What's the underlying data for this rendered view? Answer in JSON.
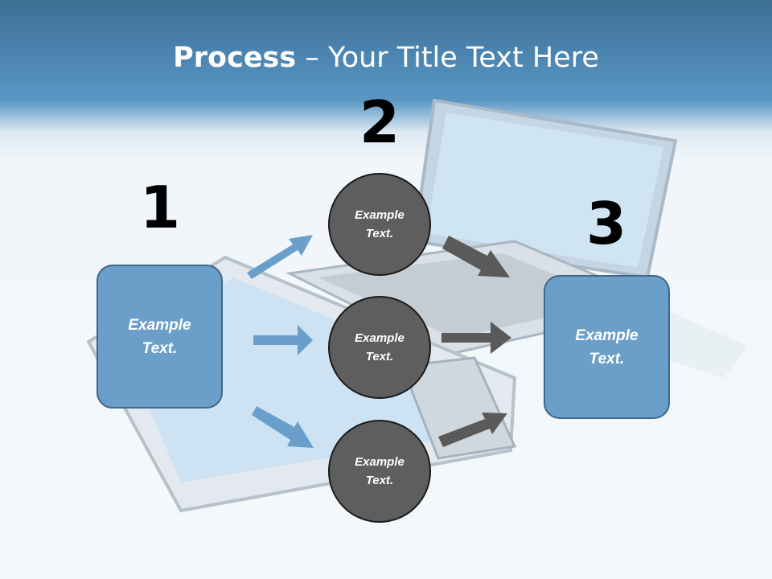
{
  "title": {
    "bold": "Process",
    "rest": " – Your Title Text Here"
  },
  "steps": [
    {
      "number": "1",
      "text": [
        "Example",
        "Text."
      ]
    },
    {
      "number": "2",
      "items": [
        {
          "text": [
            "Example",
            "Text."
          ]
        },
        {
          "text": [
            "Example",
            "Text."
          ]
        },
        {
          "text": [
            "Example",
            "Text."
          ]
        }
      ]
    },
    {
      "number": "3",
      "text": [
        "Example",
        "Text."
      ]
    }
  ],
  "colors": {
    "box": "#6b9fc9",
    "circle": "#5e5e5e",
    "blue_arrow": "#6a9fcb",
    "gray_arrow": "#5a5a5a"
  }
}
